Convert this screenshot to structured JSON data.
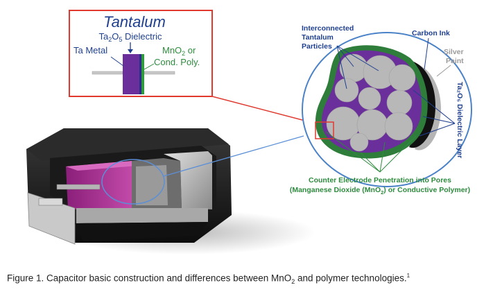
{
  "inset": {
    "title": "Tantalum",
    "dielectric_label": "Ta",
    "dielectric_sub1": "2",
    "dielectric_mid": "O",
    "dielectric_sub2": "5",
    "dielectric_rest": " Dielectric",
    "metal_label": "Ta Metal",
    "cathode_line1_main": "MnO",
    "cathode_line1_sub": "2",
    "cathode_line1_rest": " or",
    "cathode_line2": "Cond. Poly."
  },
  "pore_view": {
    "particles_label_1": "Interconnected",
    "particles_label_2": "Tantalum",
    "particles_label_3": "Particles",
    "carbon_label": "Carbon Ink",
    "silver_label_1": "Silver",
    "silver_label_2": "Paint",
    "dielectric_layer_label": "Ta₂O₅ Dielectric Layer",
    "penetration_line1": "Counter Electrode Penetration into Pores",
    "penetration_line2_a": "(Manganese Dioxide (MnO",
    "penetration_line2_sub": "2",
    "penetration_line2_b": ") or Conductive Polymer)"
  },
  "caption": {
    "text_a": "Figure 1. Capacitor basic construction and differences between MnO",
    "text_sub": "2",
    "text_b": " and polymer technologies.",
    "ref": "1"
  },
  "colors": {
    "red_box": "#e03a2f",
    "blue_text": "#1f3f8f",
    "green_text": "#2e8b3e",
    "purple": "#6a2f9a",
    "green_layer": "#2f7d3a",
    "particle_grey": "#b8b8b8"
  }
}
